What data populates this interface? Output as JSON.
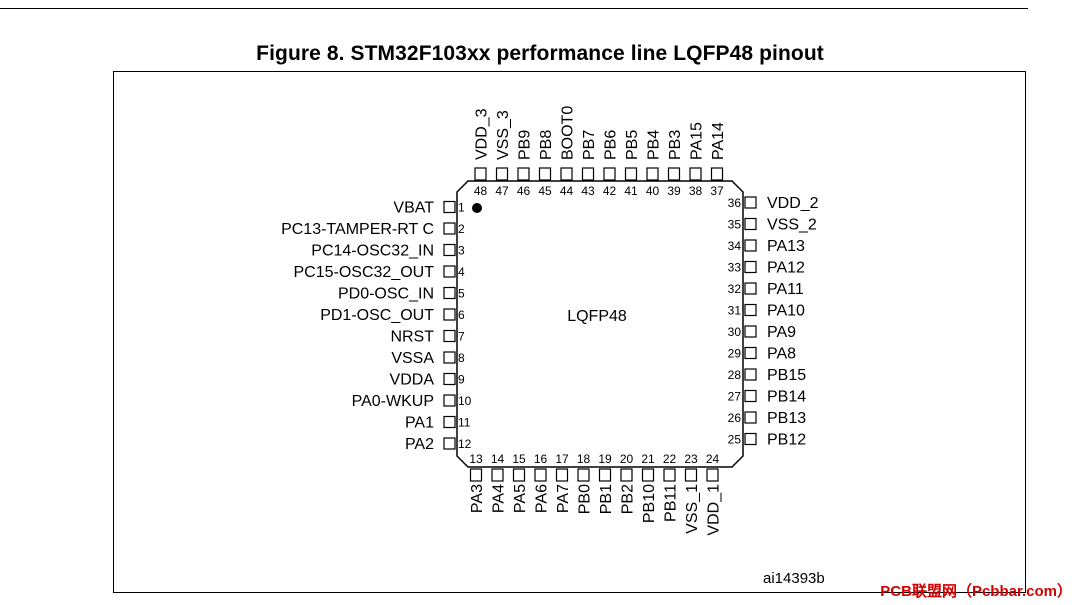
{
  "figure": {
    "title": "Figure 8. STM32F103xx performance line LQFP48 pinout",
    "package_label": "LQFP48",
    "reference_id": "ai14393b"
  },
  "pins": {
    "left": [
      {
        "num": "1",
        "label": "VBAT"
      },
      {
        "num": "2",
        "label": "PC13-TAMPER-RT C"
      },
      {
        "num": "3",
        "label": "PC14-OSC32_IN"
      },
      {
        "num": "4",
        "label": "PC15-OSC32_OUT"
      },
      {
        "num": "5",
        "label": "PD0-OSC_IN"
      },
      {
        "num": "6",
        "label": "PD1-OSC_OUT"
      },
      {
        "num": "7",
        "label": "NRST"
      },
      {
        "num": "8",
        "label": "VSSA"
      },
      {
        "num": "9",
        "label": "VDDA"
      },
      {
        "num": "10",
        "label": "PA0-WKUP"
      },
      {
        "num": "11",
        "label": "PA1"
      },
      {
        "num": "12",
        "label": "PA2"
      }
    ],
    "bottom": [
      {
        "num": "13",
        "label": "PA3"
      },
      {
        "num": "14",
        "label": "PA4"
      },
      {
        "num": "15",
        "label": "PA5"
      },
      {
        "num": "16",
        "label": "PA6"
      },
      {
        "num": "17",
        "label": "PA7"
      },
      {
        "num": "18",
        "label": "PB0"
      },
      {
        "num": "19",
        "label": "PB1"
      },
      {
        "num": "20",
        "label": "PB2"
      },
      {
        "num": "21",
        "label": "PB10"
      },
      {
        "num": "22",
        "label": "PB11"
      },
      {
        "num": "23",
        "label": "VSS_1"
      },
      {
        "num": "24",
        "label": "VDD_1"
      }
    ],
    "right": [
      {
        "num": "25",
        "label": "PB12"
      },
      {
        "num": "26",
        "label": "PB13"
      },
      {
        "num": "27",
        "label": "PB14"
      },
      {
        "num": "28",
        "label": "PB15"
      },
      {
        "num": "29",
        "label": "PA8"
      },
      {
        "num": "30",
        "label": "PA9"
      },
      {
        "num": "31",
        "label": "PA10"
      },
      {
        "num": "32",
        "label": "PA11"
      },
      {
        "num": "33",
        "label": "PA12"
      },
      {
        "num": "34",
        "label": "PA13"
      },
      {
        "num": "35",
        "label": "VSS_2"
      },
      {
        "num": "36",
        "label": "VDD_2"
      }
    ],
    "top": [
      {
        "num": "37",
        "label": "PA14"
      },
      {
        "num": "38",
        "label": "PA15"
      },
      {
        "num": "39",
        "label": "PB3"
      },
      {
        "num": "40",
        "label": "PB4"
      },
      {
        "num": "41",
        "label": "PB5"
      },
      {
        "num": "42",
        "label": "PB6"
      },
      {
        "num": "43",
        "label": "PB7"
      },
      {
        "num": "44",
        "label": "BOOT0"
      },
      {
        "num": "45",
        "label": "PB8"
      },
      {
        "num": "46",
        "label": "PB9"
      },
      {
        "num": "47",
        "label": "VSS_3"
      },
      {
        "num": "48",
        "label": "VDD_3"
      }
    ]
  },
  "watermark": "PCB联盟网（Pcbbar.com）"
}
